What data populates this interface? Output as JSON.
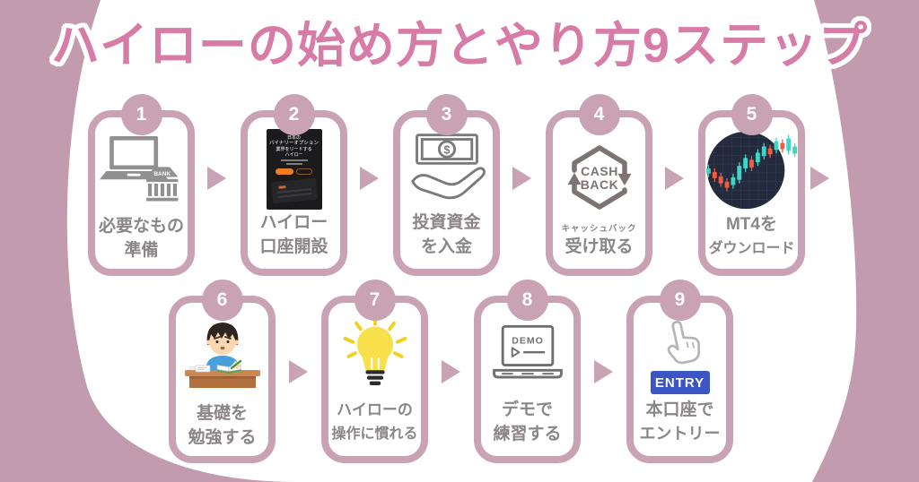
{
  "title": "ハイローの始め方とやり方9ステップ",
  "colors": {
    "background": "#c29cae",
    "card_border": "#c9a2b4",
    "title_pink": "#d77ca7",
    "label_gray": "#8b8588",
    "entry_blue": "#3a56c4",
    "bulb_yellow": "#f8e04b",
    "candle_up": "#3fd5c5",
    "candle_down": "#f25b40"
  },
  "steps": [
    {
      "number": "1",
      "line1": "必要なもの",
      "line2": "準備"
    },
    {
      "number": "2",
      "line1": "ハイロー",
      "line2": "口座開設"
    },
    {
      "number": "3",
      "line1": "投資資金",
      "line2": "を入金"
    },
    {
      "number": "4",
      "small": "キャッシュバック",
      "line1": "受け取る"
    },
    {
      "number": "5",
      "line1": "MT4を",
      "line2": "ダウンロード"
    },
    {
      "number": "6",
      "line1": "基礎を",
      "line2": "勉強する"
    },
    {
      "number": "7",
      "line1": "ハイローの",
      "line2": "操作に慣れる"
    },
    {
      "number": "8",
      "line1": "デモで",
      "line2": "練習する"
    },
    {
      "number": "9",
      "line1": "本口座で",
      "line2": "エントリー"
    }
  ],
  "icon_texts": {
    "bank": "BANK",
    "dollar": "$",
    "cash": "CASH",
    "back": "BACK",
    "demo": "DEMO",
    "entry": "ENTRY"
  },
  "site_preview": {
    "line1": "日本の",
    "line2": "バイナリーオプション",
    "line3": "業界をリードする",
    "line4": "ハイロー"
  }
}
